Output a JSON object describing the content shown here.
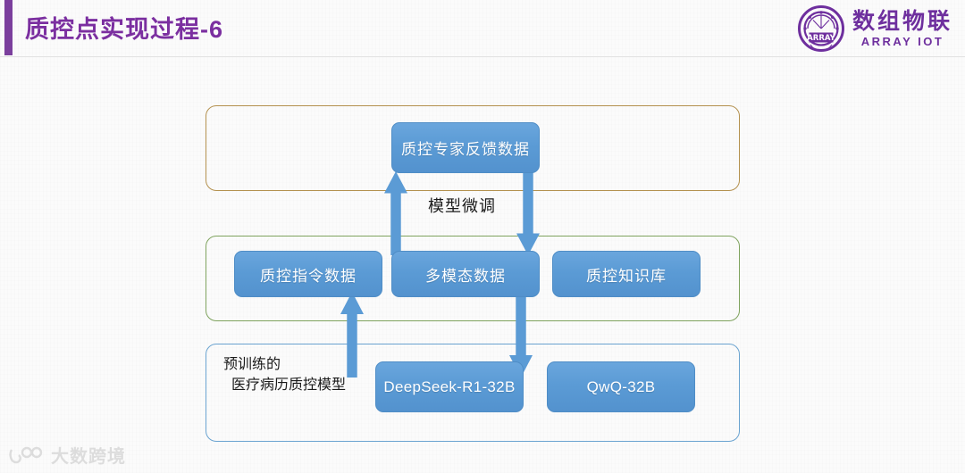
{
  "header": {
    "title": "质控点实现过程-6",
    "accent_color": "#7b2fa0"
  },
  "brand": {
    "emblem_text": "ARRAY",
    "name_cn": "数组物联",
    "name_en": "ARRAY  IOT",
    "color": "#6e2f9e"
  },
  "diagram": {
    "node_fill_color": "#5b9bd5",
    "arrow_color": "#5b9bd5",
    "bands": [
      {
        "name": "feedback-band",
        "border_color": "#b4914f"
      },
      {
        "name": "data-band",
        "border_color": "#7fa35e"
      },
      {
        "name": "model-band",
        "border_color": "#6aa3d0"
      }
    ],
    "nodes": {
      "feedback": "质控专家反馈数据",
      "instruction_data": "质控指令数据",
      "multimodal_data": "多模态数据",
      "knowledge_base": "质控知识库",
      "deepseek": "DeepSeek-R1-32B",
      "qwq": "QwQ-32B"
    },
    "labels": {
      "finetune": "模型微调",
      "pretrain_line1": "预训练的",
      "pretrain_line2": "医疗病历质控模型"
    },
    "arrows": [
      {
        "name": "up-to-feedback",
        "direction": "up"
      },
      {
        "name": "down-to-knowledge-base",
        "direction": "down"
      },
      {
        "name": "up-to-instruction-data",
        "direction": "up"
      },
      {
        "name": "down-to-deepseek",
        "direction": "down"
      }
    ]
  },
  "watermark": {
    "text": "大数跨境"
  }
}
